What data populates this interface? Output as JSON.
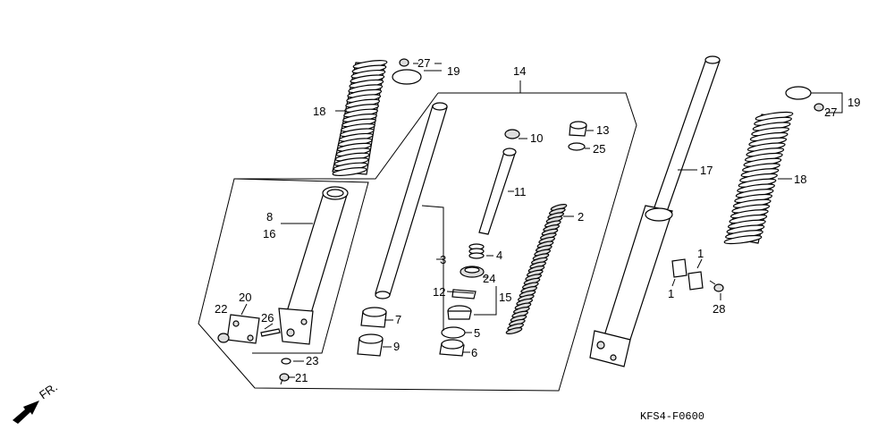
{
  "labels": {
    "l2": "2",
    "l3": "3",
    "l4": "4",
    "l5": "5",
    "l6": "6",
    "l7": "7",
    "l8": "8",
    "l9": "9",
    "l10": "10",
    "l11": "11",
    "l12": "12",
    "l13": "13",
    "l14": "14",
    "l15": "15",
    "l16": "16",
    "l17": "17",
    "l18a": "18",
    "l18b": "18",
    "l19a": "19",
    "l19b": "19",
    "l20": "20",
    "l21": "21",
    "l22": "22",
    "l23": "23",
    "l24": "24",
    "l25": "25",
    "l26": "26",
    "l27a": "27",
    "l27b": "27",
    "l28": "28",
    "l1a": "1",
    "l1b": "1"
  },
  "front_label": "FR.",
  "diagram_code": "KFS4-F0600"
}
